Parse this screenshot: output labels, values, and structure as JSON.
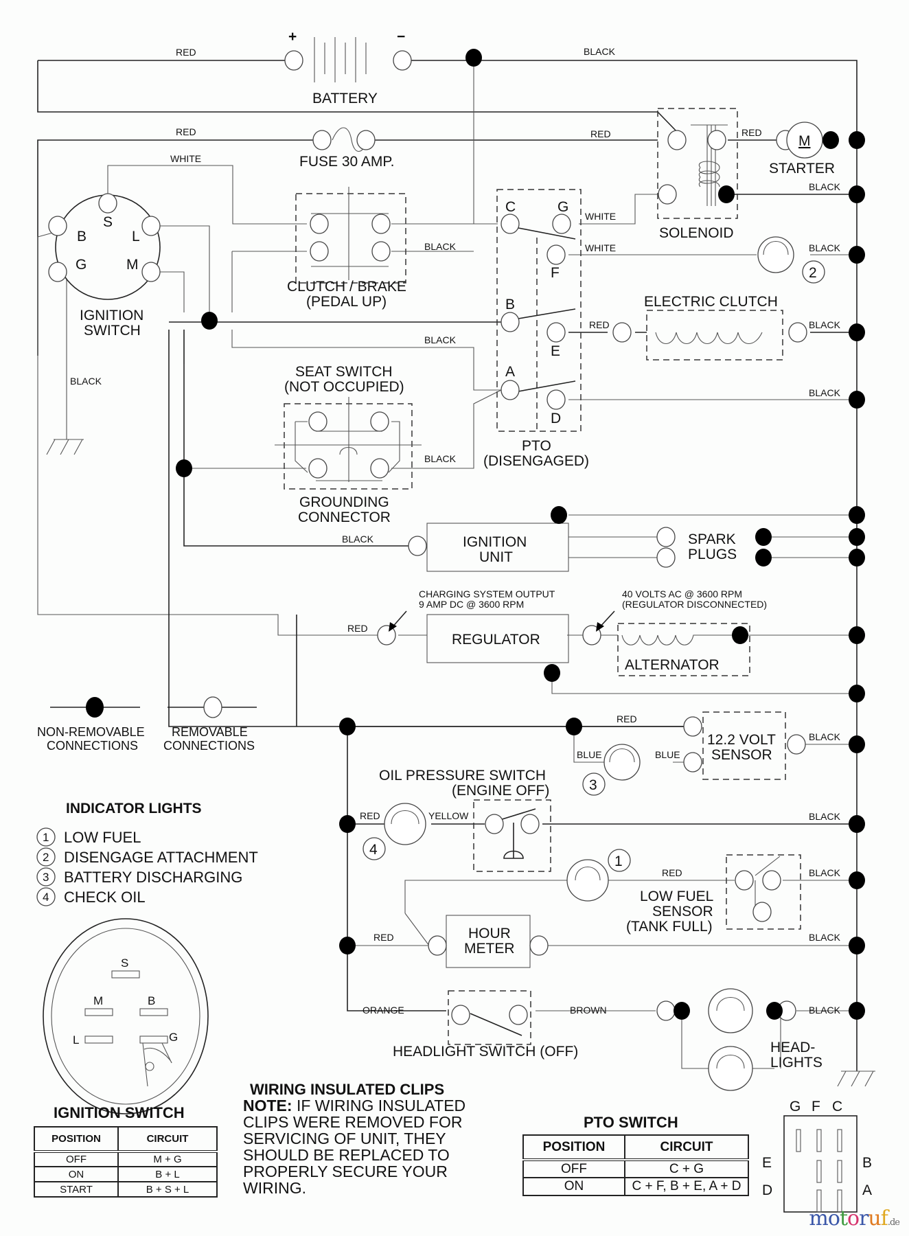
{
  "wires": {
    "red": "RED",
    "black": "BLACK",
    "white": "WHITE",
    "blue": "BLUE",
    "yellow": "YELLOW",
    "orange": "ORANGE",
    "brown": "BROWN"
  },
  "components": {
    "battery": "BATTERY",
    "battery_plus": "+",
    "battery_minus": "−",
    "fuse": "FUSE 30 AMP.",
    "solenoid": "SOLENOID",
    "starter": "STARTER",
    "starter_motor": "M",
    "ignition_switch": [
      "IGNITION",
      "SWITCH"
    ],
    "ignition_terminals": [
      "S",
      "B",
      "L",
      "G",
      "M"
    ],
    "clutch_brake": [
      "CLUTCH / BRAKE",
      "(PEDAL UP)"
    ],
    "pto": [
      "PTO",
      "(DISENGAGED)"
    ],
    "pto_terminals": [
      "C",
      "G",
      "F",
      "B",
      "E",
      "A",
      "D"
    ],
    "electric_clutch": "ELECTRIC CLUTCH",
    "seat_switch": [
      "SEAT SWITCH",
      "(NOT OCCUPIED)"
    ],
    "grounding_connector": [
      "GROUNDING",
      "CONNECTOR"
    ],
    "ignition_unit": [
      "IGNITION",
      "UNIT"
    ],
    "spark_plugs": [
      "SPARK",
      "PLUGS"
    ],
    "regulator": "REGULATOR",
    "alternator": "ALTERNATOR",
    "charging_note": [
      "CHARGING SYSTEM OUTPUT",
      "9 AMP DC @ 3600 RPM"
    ],
    "alternator_note": [
      "40 VOLTS AC @ 3600 RPM",
      "(REGULATOR DISCONNECTED)"
    ],
    "volt_sensor": [
      "12.2 VOLT",
      "SENSOR"
    ],
    "oil_pressure_switch": [
      "OIL PRESSURE SWITCH",
      "(ENGINE OFF)"
    ],
    "low_fuel_sensor": [
      "LOW FUEL",
      "SENSOR",
      "(TANK FULL)"
    ],
    "hour_meter": [
      "HOUR",
      "METER"
    ],
    "headlight_switch": "HEADLIGHT SWITCH (OFF)",
    "headlights": [
      "HEAD-",
      "LIGHTS"
    ],
    "indicator_numbers": [
      "1",
      "2",
      "3",
      "4"
    ]
  },
  "legend": {
    "non_removable": [
      "NON-REMOVABLE",
      "CONNECTIONS"
    ],
    "removable": [
      "REMOVABLE",
      "CONNECTIONS"
    ]
  },
  "indicator_lights": {
    "title": "INDICATOR LIGHTS",
    "items": [
      {
        "num": "1",
        "label": "LOW FUEL"
      },
      {
        "num": "2",
        "label": "DISENGAGE ATTACHMENT"
      },
      {
        "num": "3",
        "label": "BATTERY DISCHARGING"
      },
      {
        "num": "4",
        "label": "CHECK OIL"
      }
    ]
  },
  "ignition_switch_table": {
    "title": "IGNITION SWITCH",
    "headers": [
      "POSITION",
      "CIRCUIT"
    ],
    "rows": [
      [
        "OFF",
        "M + G"
      ],
      [
        "ON",
        "B + L"
      ],
      [
        "START",
        "B + S + L"
      ]
    ],
    "face_terminals": [
      "S",
      "M",
      "B",
      "L",
      "G"
    ]
  },
  "clips_note": {
    "title": "WIRING INSULATED CLIPS",
    "note_label": "NOTE:",
    "lines": [
      " IF WIRING INSULATED",
      "CLIPS WERE REMOVED FOR",
      "SERVICING OF UNIT, THEY",
      "SHOULD BE REPLACED TO",
      "PROPERLY SECURE YOUR",
      "WIRING."
    ]
  },
  "pto_switch_table": {
    "title": "PTO SWITCH",
    "headers": [
      "POSITION",
      "CIRCUIT"
    ],
    "rows": [
      [
        "OFF",
        "C + G"
      ],
      [
        "ON",
        "C + F, B + E, A + D"
      ]
    ],
    "face_top": [
      "G",
      "F",
      "C"
    ],
    "face_left": [
      "E",
      "D"
    ],
    "face_right": [
      "B",
      "A"
    ]
  },
  "watermark": {
    "letters": [
      "m",
      "o",
      "t",
      "o",
      "r",
      "u",
      "f"
    ],
    "colors": [
      "#3a56a8",
      "#3a56a8",
      "#3f9a3f",
      "#d6336c",
      "#3a56a8",
      "#e07a1f",
      "#e0a81f"
    ],
    "suffix": ".de"
  }
}
